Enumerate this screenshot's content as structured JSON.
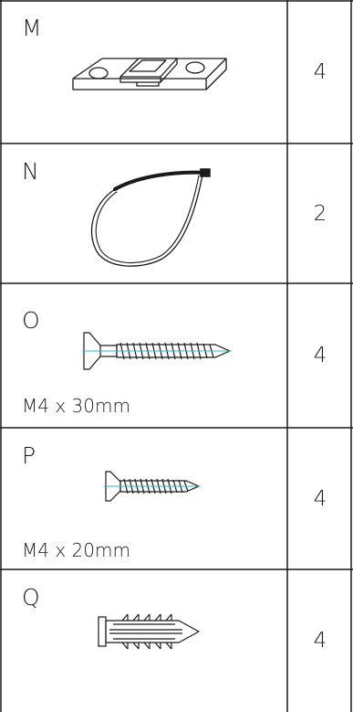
{
  "parts": [
    {
      "letter": "M",
      "quantity": "4",
      "icon": "strap-clip-icon"
    },
    {
      "letter": "N",
      "quantity": "2",
      "icon": "cable-tie-icon"
    },
    {
      "letter": "O",
      "quantity": "4",
      "spec": "M4 x 30mm",
      "icon": "long-screw-icon"
    },
    {
      "letter": "P",
      "quantity": "4",
      "spec": "M4 x 20mm",
      "icon": "short-screw-icon"
    },
    {
      "letter": "Q",
      "quantity": "4",
      "icon": "wall-plug-icon"
    }
  ],
  "colors": {
    "line": "#1a1a1a",
    "accent_cyan": "#2fb7c9"
  }
}
